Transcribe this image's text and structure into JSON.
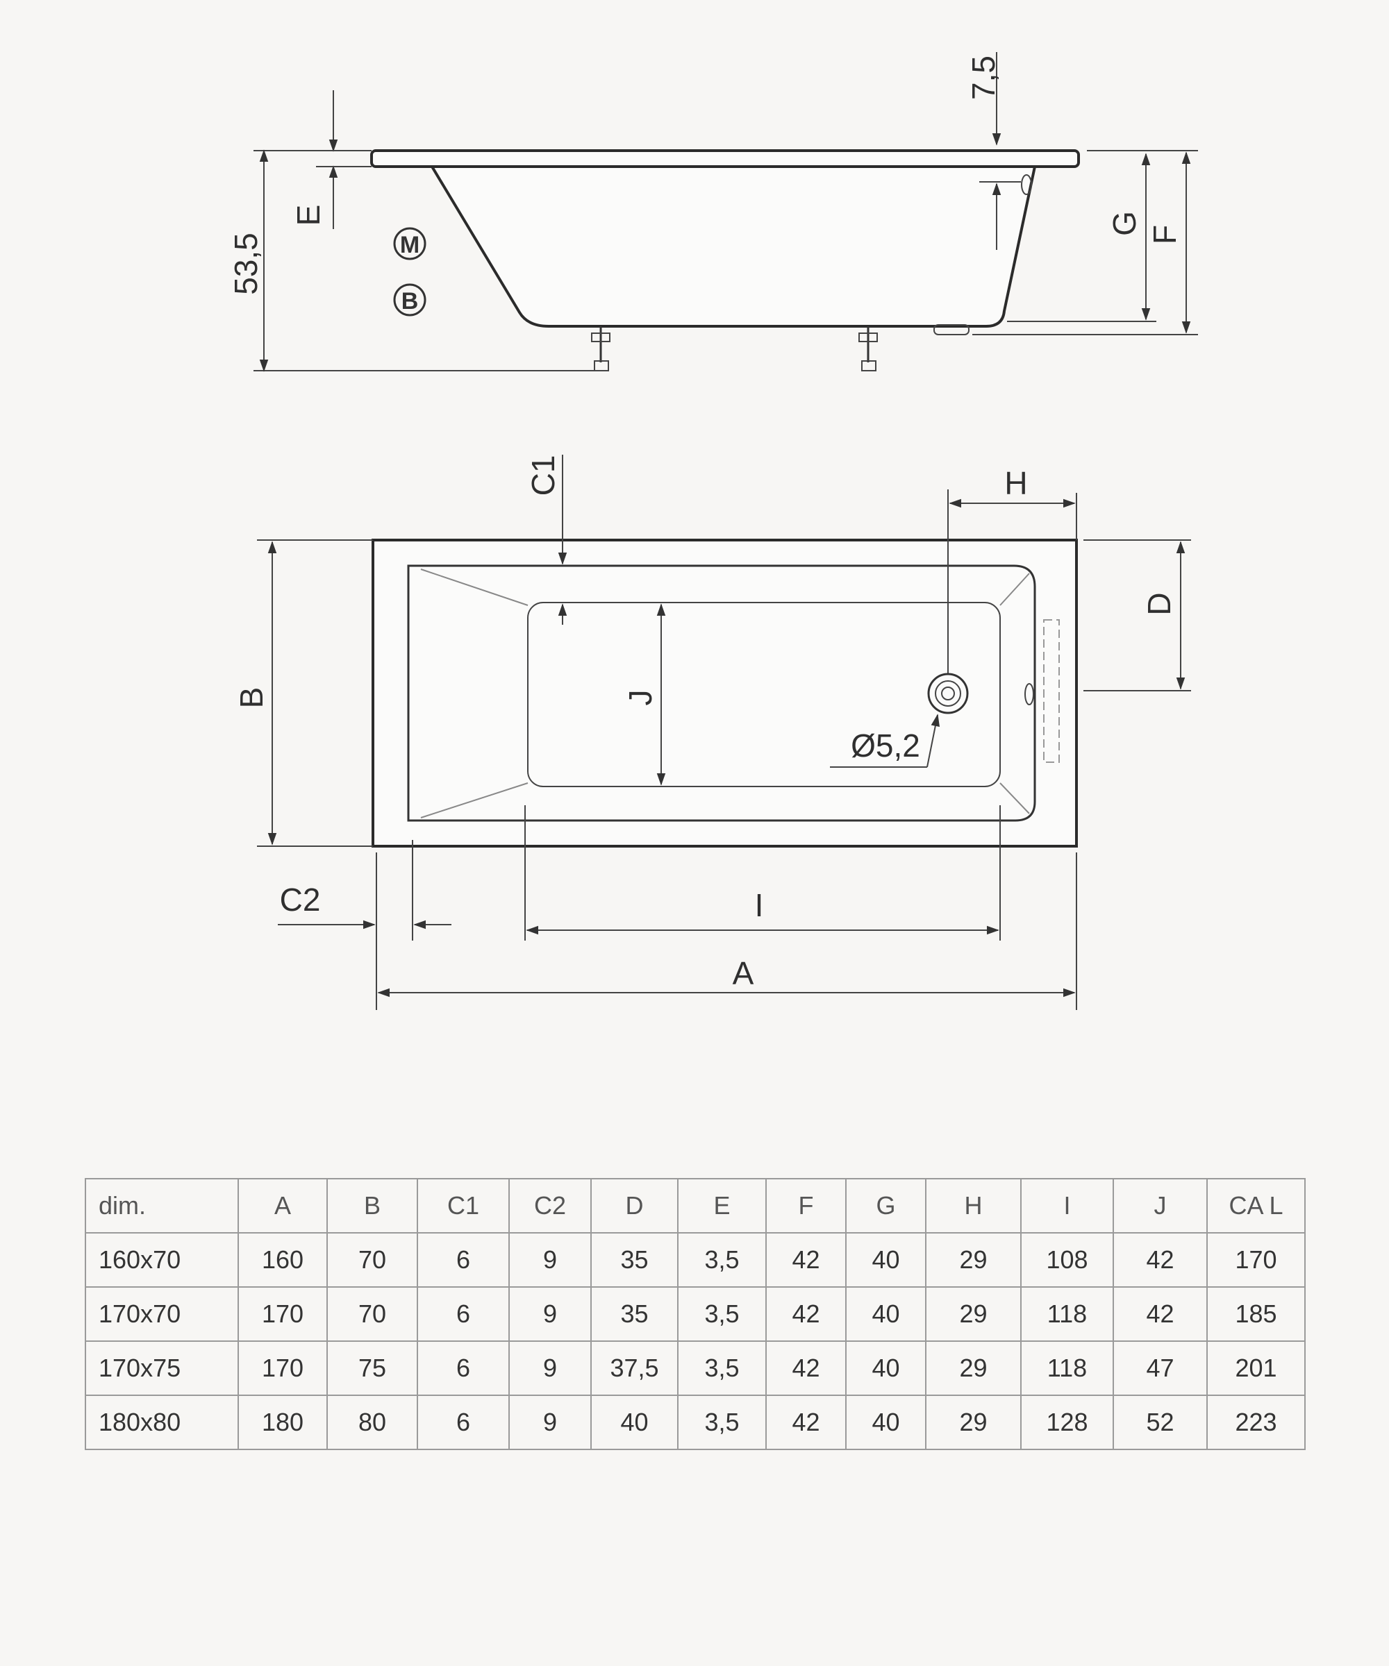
{
  "side_view": {
    "label_E": "E",
    "label_height": "53,5",
    "label_rim": "7,5",
    "label_G": "G",
    "label_F": "F",
    "icon_M": "M",
    "icon_B": "B"
  },
  "top_view": {
    "label_C1": "C1",
    "label_H": "H",
    "label_B": "B",
    "label_J": "J",
    "label_D": "D",
    "label_drain": "Ø5,2",
    "label_C2": "C2",
    "label_I": "I",
    "label_A": "A"
  },
  "table": {
    "headers": [
      "dim.",
      "A",
      "B",
      "C1",
      "C2",
      "D",
      "E",
      "F",
      "G",
      "H",
      "I",
      "J",
      "CA L"
    ],
    "rows": [
      [
        "160x70",
        "160",
        "70",
        "6",
        "9",
        "35",
        "3,5",
        "42",
        "40",
        "29",
        "108",
        "42",
        "170"
      ],
      [
        "170x70",
        "170",
        "70",
        "6",
        "9",
        "35",
        "3,5",
        "42",
        "40",
        "29",
        "118",
        "42",
        "185"
      ],
      [
        "170x75",
        "170",
        "75",
        "6",
        "9",
        "37,5",
        "3,5",
        "42",
        "40",
        "29",
        "118",
        "47",
        "201"
      ],
      [
        "180x80",
        "180",
        "80",
        "6",
        "9",
        "40",
        "3,5",
        "42",
        "40",
        "29",
        "128",
        "52",
        "223"
      ]
    ]
  }
}
